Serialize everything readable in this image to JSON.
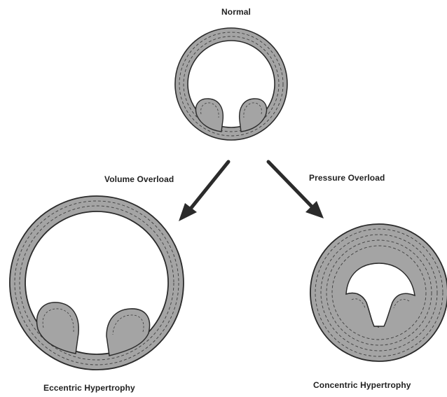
{
  "labels": {
    "normal": "Normal",
    "volume_overload": "Volume Overload",
    "pressure_overload": "Pressure Overload",
    "eccentric": "Eccentric Hypertrophy",
    "concentric": "Concentric Hypertrophy"
  },
  "colors": {
    "wall_fill": "#a4a4a4",
    "wall_outline": "#2b2b2b",
    "dash_line": "#3d3d3d",
    "arrow": "#2b2b2b",
    "background": "#ffffff"
  }
}
